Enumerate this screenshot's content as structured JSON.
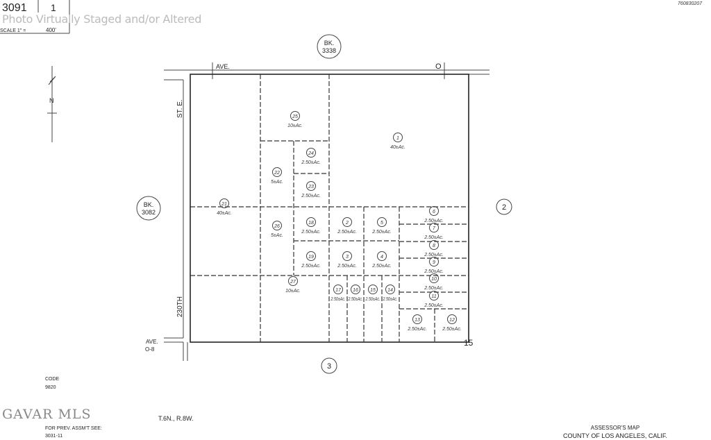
{
  "header": {
    "page_number": "3091",
    "sheet": "1",
    "scale_label": "SCALE 1\" =",
    "scale_value": "400'",
    "corner_code": "760830207"
  },
  "watermark": "Photo Virtually Staged and/or Altered",
  "mls_logo": "GAVAR MLS",
  "streets": {
    "top_left": "AVE.",
    "top_right": "O",
    "left_upper": "ST. E.",
    "left_lower": "230TH",
    "bottom_left_line1": "AVE.",
    "bottom_left_line2": "O-8"
  },
  "north": "N",
  "adjoining": {
    "top": {
      "line1": "BK.",
      "line2": "3338"
    },
    "left": {
      "line1": "BK.",
      "line2": "3082"
    },
    "right": "2",
    "bottom": "3",
    "corner": "15"
  },
  "parcels": [
    {
      "id": "25",
      "area": "10±Ac."
    },
    {
      "id": "1",
      "area": "40±Ac."
    },
    {
      "id": "24",
      "area": "2.50±Ac."
    },
    {
      "id": "22",
      "area": "5±Ac."
    },
    {
      "id": "23",
      "area": "2.50±Ac."
    },
    {
      "id": "21",
      "area": "40±Ac."
    },
    {
      "id": "26",
      "area": "5±Ac."
    },
    {
      "id": "18",
      "area": "2.50±Ac."
    },
    {
      "id": "2",
      "area": "2.50±Ac."
    },
    {
      "id": "5",
      "area": "2.50±Ac."
    },
    {
      "id": "6",
      "area": "2.50±Ac."
    },
    {
      "id": "7",
      "area": "2.50±Ac."
    },
    {
      "id": "8",
      "area": "2.50±Ac."
    },
    {
      "id": "9",
      "area": "2.50±Ac."
    },
    {
      "id": "10",
      "area": "2.50±Ac."
    },
    {
      "id": "11",
      "area": "2.50±Ac."
    },
    {
      "id": "19",
      "area": "2.50±Ac."
    },
    {
      "id": "3",
      "area": "2.50±Ac."
    },
    {
      "id": "4",
      "area": "2.50±Ac."
    },
    {
      "id": "27",
      "area": "10±Ac."
    },
    {
      "id": "17",
      "area": "2.50±Ac."
    },
    {
      "id": "16",
      "area": "2.50±Ac."
    },
    {
      "id": "15",
      "area": "2.50±Ac."
    },
    {
      "id": "14",
      "area": "2.50±Ac."
    },
    {
      "id": "13",
      "area": "2.50±Ac."
    },
    {
      "id": "12",
      "area": "2.50±Ac."
    }
  ],
  "footer": {
    "code_label": "CODE",
    "code_value": "9820",
    "prev_label": "FOR PREV. ASSM'T SEE:",
    "prev_value": "3031-11",
    "township": "T.6N., R.8W.",
    "title_line1": "ASSESSOR'S MAP",
    "title_line2": "COUNTY OF LOS ANGELES, CALIF."
  }
}
